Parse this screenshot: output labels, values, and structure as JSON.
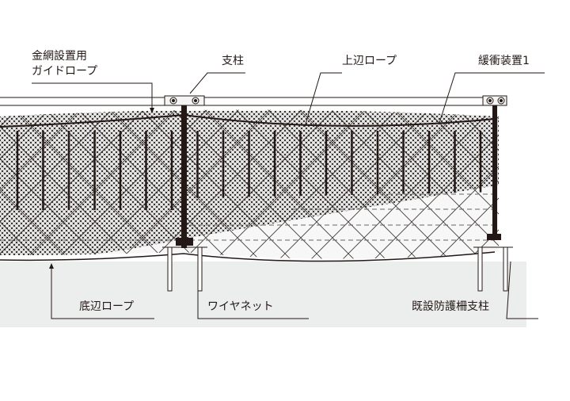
{
  "labels": {
    "guide_rope_line1": "金網設置用",
    "guide_rope_line2": "ガイドロープ",
    "post": "支柱",
    "top_rope": "上辺ロープ",
    "buffer": "緩衝装置1",
    "bottom_rope": "底辺ロープ",
    "wire_net": "ワイヤネット",
    "existing_post": "既設防護柵支柱"
  },
  "colors": {
    "line": "#231815",
    "ground": "#eceded",
    "mesh": "#3a3431"
  }
}
